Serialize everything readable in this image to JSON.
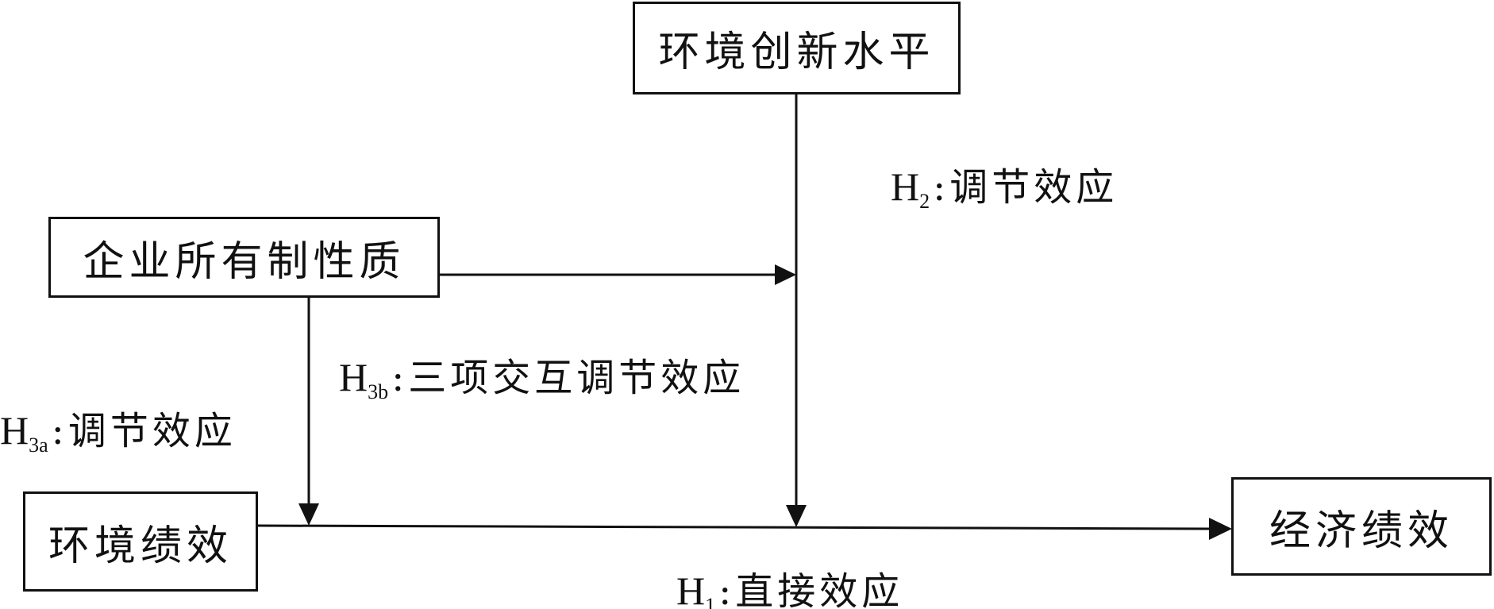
{
  "nodes": {
    "env_innovation": "环境创新水平",
    "ownership": "企业所有制性质",
    "env_performance": "环境绩效",
    "econ_performance": "经济绩效"
  },
  "labels": {
    "h1": {
      "prefix": "H",
      "sub": "1",
      "text": ":直接效应"
    },
    "h2": {
      "prefix": "H",
      "sub": "2",
      "text": ":调节效应"
    },
    "h3a": {
      "prefix": "H",
      "sub": "3a",
      "text": ":调节效应"
    },
    "h3b": {
      "prefix": "H",
      "sub": "3b",
      "text": ":三项交互调节效应"
    }
  }
}
